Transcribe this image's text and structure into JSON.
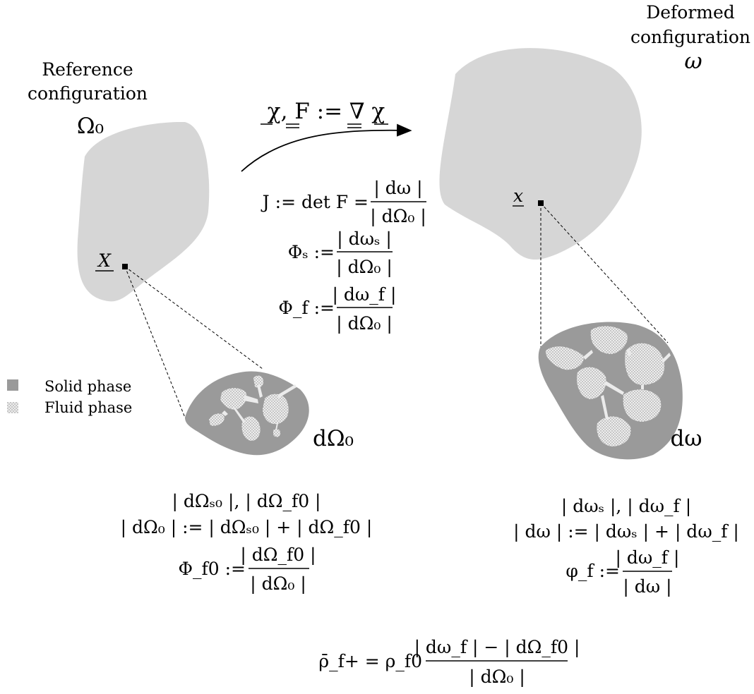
{
  "reference": {
    "title_line1": "Reference",
    "title_line2": "configuration",
    "symbol": "Ω₀",
    "point_label": "X",
    "volume_label": "dΩ₀"
  },
  "deformed": {
    "title_line1": "Deformed",
    "title_line2": "configuration",
    "symbol": "ω",
    "point_label": "x",
    "volume_label": "dω"
  },
  "mapping": {
    "label": "χ,  F := ∇ χ"
  },
  "center_formulas": {
    "J": {
      "lhs": "J := det F =",
      "num": "| dω |",
      "den": "| dΩ₀ |"
    },
    "phi_s": {
      "lhs": "Φₛ :=",
      "num": "| dωₛ |",
      "den": "| dΩ₀ |"
    },
    "phi_f": {
      "lhs": "Φ_f :=",
      "num": "| dω_f |",
      "den": "| dΩ₀ |"
    }
  },
  "legend": {
    "solid": "Solid phase",
    "fluid": "Fluid phase"
  },
  "reference_formulas": {
    "line1": "| dΩₛ₀ |, | dΩ_f0 |",
    "line2": "| dΩ₀ | := | dΩₛ₀ | + | dΩ_f0 |",
    "phi_lhs": "Φ_f0 :=",
    "phi_num": "| dΩ_f0 |",
    "phi_den": "| dΩ₀ |"
  },
  "deformed_formulas": {
    "line1": "| dωₛ |, | dω_f |",
    "line2": "| dω | := | dωₛ | + | dω_f |",
    "phi_lhs": "φ_f :=",
    "phi_num": "| dω_f |",
    "phi_den": "| dω |"
  },
  "bottom_formula": {
    "lhs": "ρ̄_f+ = ρ_f0",
    "num": "| dω_f | − | dΩ_f0 |",
    "den": "| dΩ₀ |"
  },
  "colors": {
    "body_fill": "#d6d6d6",
    "solid_fill": "#9a9a9a",
    "fluid_fill": "#ebebeb"
  }
}
